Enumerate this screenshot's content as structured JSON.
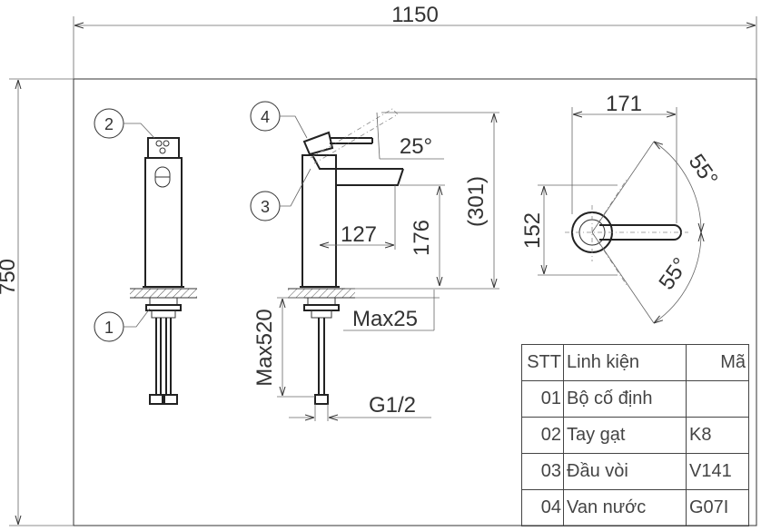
{
  "dimensions": {
    "overall_width": "1150",
    "overall_height": "750",
    "top_width": "171",
    "top_depth": "152",
    "spout_reach": "127",
    "spout_height": "176",
    "total_height": "(301)",
    "lever_angle": "25°",
    "rotation_left": "55°",
    "rotation_right": "55°",
    "deck_thickness": "Max25",
    "hose_length": "Max520",
    "thread": "G1/2"
  },
  "callouts": {
    "c1": "1",
    "c2": "2",
    "c3": "3",
    "c4": "4"
  },
  "parts_table": {
    "headers": {
      "stt": "STT",
      "name": "Linh kiện",
      "code": "Mã"
    },
    "rows": [
      {
        "stt": "01",
        "name": "Bộ cố định",
        "code": ""
      },
      {
        "stt": "02",
        "name": "Tay gạt",
        "code": "K8"
      },
      {
        "stt": "03",
        "name": "Đầu vòi",
        "code": "V141"
      },
      {
        "stt": "04",
        "name": "Van nước",
        "code": "G07I"
      }
    ]
  }
}
